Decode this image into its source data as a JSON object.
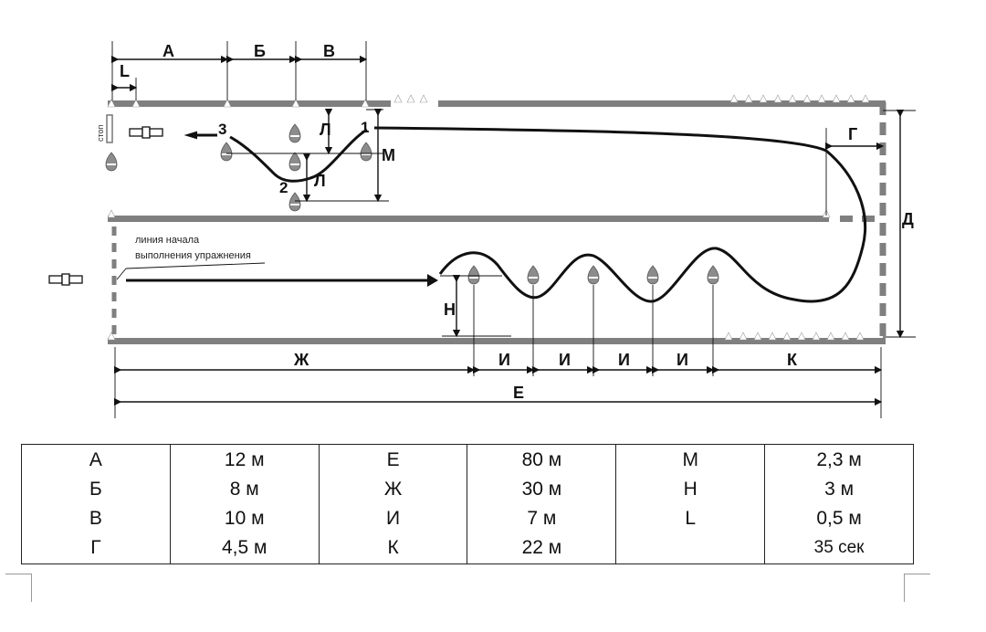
{
  "labels": {
    "A": "А",
    "B": "Б",
    "V": "В",
    "L": "L",
    "G": "Г",
    "D": "Д",
    "M": "М",
    "Lv": "Л",
    "H": "Н",
    "Zh": "Ж",
    "I": "И",
    "K": "К",
    "E": "Е",
    "p1": "1",
    "p2": "2",
    "p3": "3",
    "stop": "стоп",
    "start_line_1": "линия начала",
    "start_line_2": "выполнения упражнения"
  },
  "table": {
    "rows": [
      [
        "А",
        "12 м",
        "Е",
        "80 м",
        "М",
        "2,3 м"
      ],
      [
        "Б",
        "8 м",
        "Ж",
        "30 м",
        "Н",
        "3 м"
      ],
      [
        "В",
        "10 м",
        "И",
        "7 м",
        "L",
        "0,5 м"
      ],
      [
        "Г",
        "4,5 м",
        "К",
        "22 м",
        "",
        "35 сек"
      ]
    ]
  },
  "colors": {
    "line": "#111111",
    "lane": "#7f7f7f",
    "cone": "#8c8c8c"
  }
}
